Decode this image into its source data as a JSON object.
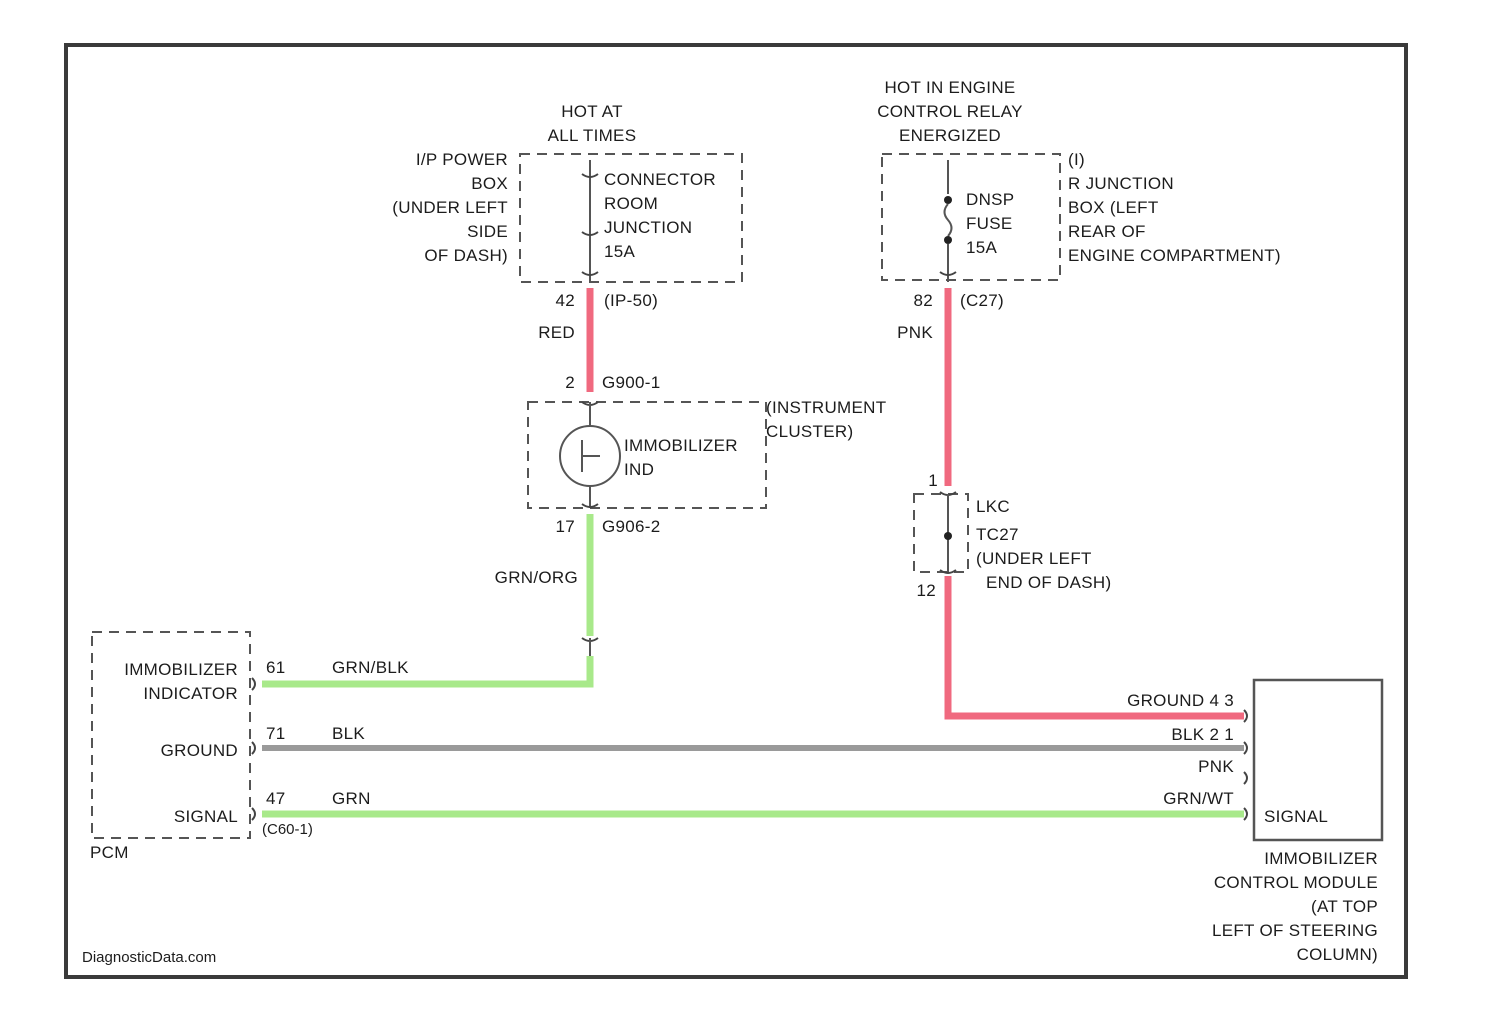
{
  "colors": {
    "red": "#f0697f",
    "pink": "#f0697f",
    "green": "#a8e98a",
    "gray": "#9a9a9a",
    "frame": "#3a3a3a"
  },
  "left_supply": {
    "title_lines": [
      "HOT AT",
      "ALL TIMES"
    ],
    "location_lines": [
      "I/P POWER",
      "BOX",
      "(UNDER LEFT",
      "SIDE",
      "OF DASH)"
    ],
    "fuse_lines": [
      "CONNECTOR",
      "ROOM",
      "JUNCTION",
      "15A"
    ],
    "pin": "42",
    "connector": "(IP-50)",
    "wire_color": "RED"
  },
  "right_supply": {
    "title_lines": [
      "HOT IN ENGINE",
      "CONTROL RELAY",
      "ENERGIZED"
    ],
    "fuse_lines": [
      "DNSP",
      "FUSE",
      "15A"
    ],
    "location_lines": [
      "(I)",
      "R JUNCTION",
      "BOX (LEFT",
      "REAR OF",
      "ENGINE COMPARTMENT)"
    ],
    "pin": "82",
    "connector": "(C27)",
    "wire_color": "PNK"
  },
  "cluster": {
    "top_pin": "2",
    "top_connector": "G900-1",
    "lamp_lines": [
      "IMMOBILIZER",
      "IND"
    ],
    "label_lines": [
      "(INSTRUMENT",
      "CLUSTER)"
    ],
    "bottom_pin": "17",
    "bottom_connector": "G906-2",
    "wire_color": "GRN/ORG"
  },
  "splice": {
    "top_pin": "1",
    "label_lines": [
      "LKC",
      "TC27",
      "(UNDER LEFT",
      "END OF DASH)"
    ],
    "bottom_pin": "12"
  },
  "pcm": {
    "label": "PCM",
    "rows": [
      {
        "name_lines": [
          "IMMOBILIZER",
          "INDICATOR"
        ],
        "pin": "61",
        "wire": "GRN/BLK"
      },
      {
        "name_lines": [
          "GROUND"
        ],
        "pin": "71",
        "wire": "BLK"
      },
      {
        "name_lines": [
          "SIGNAL"
        ],
        "pin": "47",
        "wire": "GRN"
      }
    ],
    "connector": "(C60-1)"
  },
  "module": {
    "ground_label": "GROUND 4 3",
    "blk_label": "BLK 2 1",
    "pnk_label": "PNK",
    "grnwt_label": "GRN/WT",
    "signal_label": "SIGNAL",
    "name_lines": [
      "IMMOBILIZER",
      "CONTROL MODULE",
      "(AT TOP",
      "LEFT OF STEERING",
      "COLUMN)"
    ]
  },
  "watermark": "DiagnosticData.com"
}
